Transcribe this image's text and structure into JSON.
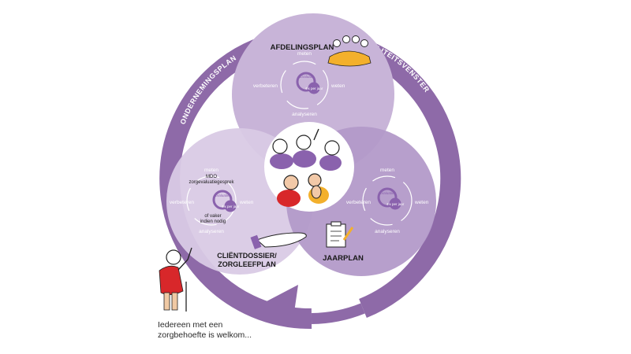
{
  "outer_ring": {
    "left_label": "ONDERNEMINGSPLAN",
    "right_label": "KWALITEITSVENSTER"
  },
  "circles": {
    "top": {
      "title": "AFDELINGSPLAN",
      "cycle": {
        "top": "meten",
        "right": "weten",
        "bottom": "analyseren",
        "left": "verbeteren",
        "center_label": "Evaluatie",
        "center_value": "4 x per jaar"
      }
    },
    "left": {
      "title_line1": "CLIËNTDOSSIER/",
      "title_line2": "ZORGLEEFPLAN",
      "cycle": {
        "top": "meten",
        "right": "weten",
        "bottom": "analyseren",
        "left": "verbeteren",
        "center_label": "Evaluatie",
        "center_value": "4 x per jaar"
      },
      "note_top_1": "MDO",
      "note_top_2": "zorgevaluatiegesprek",
      "note_bottom_1": "of vaker",
      "note_bottom_2": "indien nodig"
    },
    "right": {
      "title": "JAARPLAN",
      "cycle": {
        "top": "meten",
        "right": "weten",
        "bottom": "analyseren",
        "left": "verbeteren",
        "center_label": "Evaluatie",
        "center_value": "4 x per jaar"
      }
    }
  },
  "caption": {
    "line1": "Iedereen met een",
    "line2": "zorgbehoefte is welkom..."
  },
  "colors": {
    "ring": "#8e6aa8",
    "circle_top": "#c8b4d8",
    "circle_left": "#d7c8e3",
    "circle_right": "#b197c7",
    "dark_purple": "#8a62ad",
    "gold": "#f3b02c",
    "red": "#d8272a"
  },
  "icons": [
    "group-of-people-icon",
    "people-illustration-icon",
    "open-hand-icon",
    "clipboard-pencil-icon",
    "elderly-man-waving-icon"
  ]
}
